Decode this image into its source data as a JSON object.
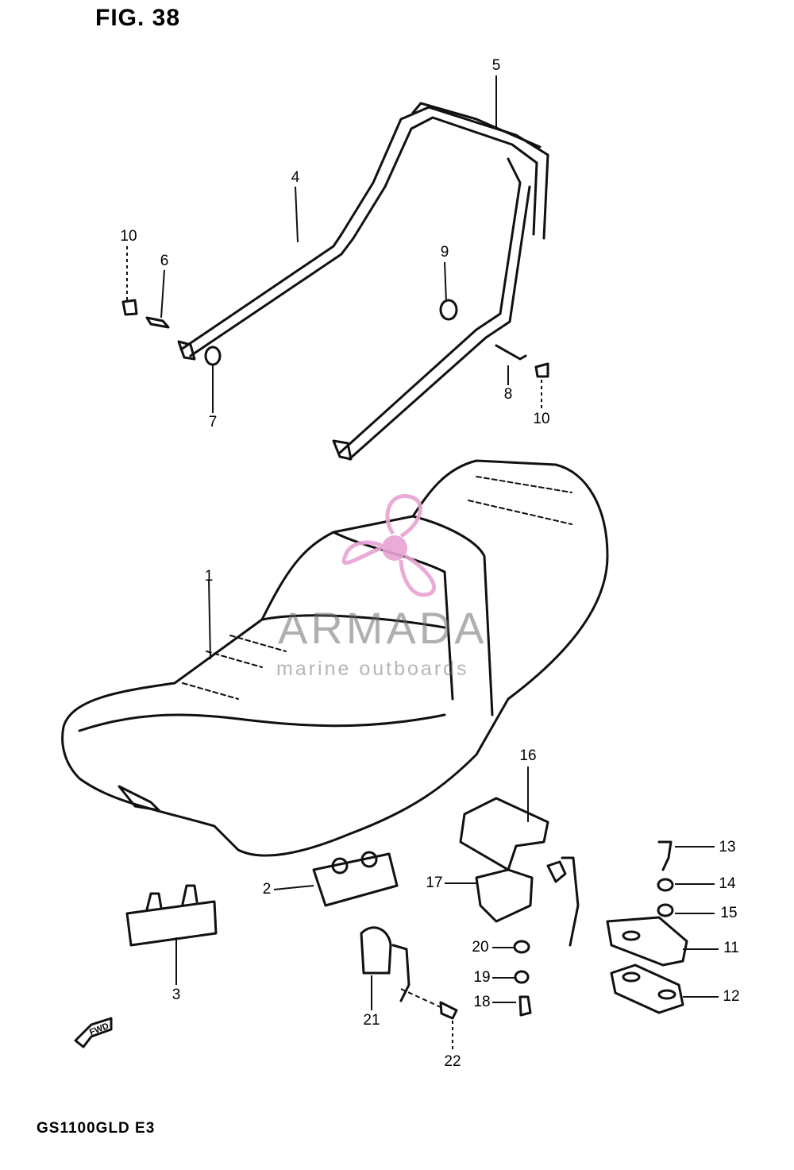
{
  "figure": {
    "title": "FIG. 38",
    "model_code": "GS1100GLD E3"
  },
  "watermark": {
    "name": "ARMADA",
    "subtitle": "marine outboards",
    "accent_color": "#e8a3d2"
  },
  "callouts": [
    {
      "id": "c-1",
      "label": "1"
    },
    {
      "id": "c-2",
      "label": "2"
    },
    {
      "id": "c-3",
      "label": "3"
    },
    {
      "id": "c-4",
      "label": "4"
    },
    {
      "id": "c-5",
      "label": "5"
    },
    {
      "id": "c-6",
      "label": "6"
    },
    {
      "id": "c-7",
      "label": "7"
    },
    {
      "id": "c-8",
      "label": "8"
    },
    {
      "id": "c-9",
      "label": "9"
    },
    {
      "id": "c-10a",
      "label": "10"
    },
    {
      "id": "c-10b",
      "label": "10"
    },
    {
      "id": "c-11",
      "label": "11"
    },
    {
      "id": "c-12",
      "label": "12"
    },
    {
      "id": "c-13",
      "label": "13"
    },
    {
      "id": "c-14",
      "label": "14"
    },
    {
      "id": "c-15",
      "label": "15"
    },
    {
      "id": "c-16",
      "label": "16"
    },
    {
      "id": "c-17",
      "label": "17"
    },
    {
      "id": "c-18",
      "label": "18"
    },
    {
      "id": "c-19",
      "label": "19"
    },
    {
      "id": "c-20",
      "label": "20"
    },
    {
      "id": "c-21",
      "label": "21"
    },
    {
      "id": "c-22",
      "label": "22"
    }
  ],
  "fwd_label": "FWD"
}
